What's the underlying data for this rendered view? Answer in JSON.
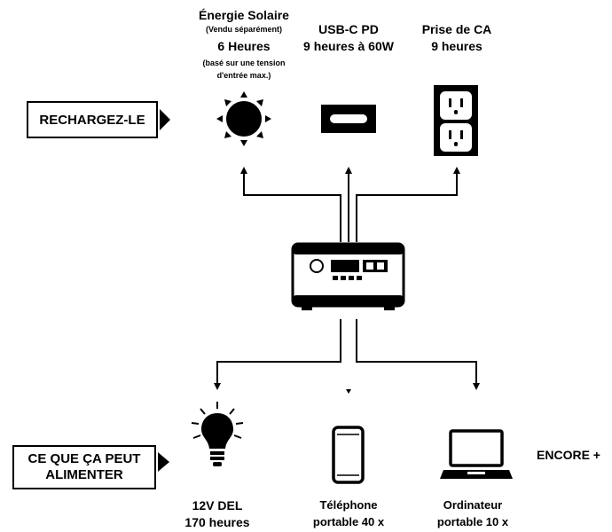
{
  "recharge_label": "RECHARGEZ-LE",
  "power_label_line1": "CE QUE ÇA PEUT",
  "power_label_line2": "ALIMENTER",
  "solar": {
    "title": "Énergie Solaire",
    "note": "(Vendu séparément)",
    "time": "6 Heures",
    "detail_line1": "(basé sur une tension",
    "detail_line2": "d'entrée max.)"
  },
  "usbc": {
    "title": "USB-C PD",
    "time": "9 heures à 60W"
  },
  "ac": {
    "title": "Prise de CA",
    "time": "9 heures"
  },
  "led": {
    "line1": "12V DEL",
    "line2": "170 heures"
  },
  "phone": {
    "line1": "Téléphone",
    "line2": "portable 40 x"
  },
  "laptop": {
    "line1": "Ordinateur",
    "line2": "portable 10 x"
  },
  "more_label": "ENCORE +"
}
